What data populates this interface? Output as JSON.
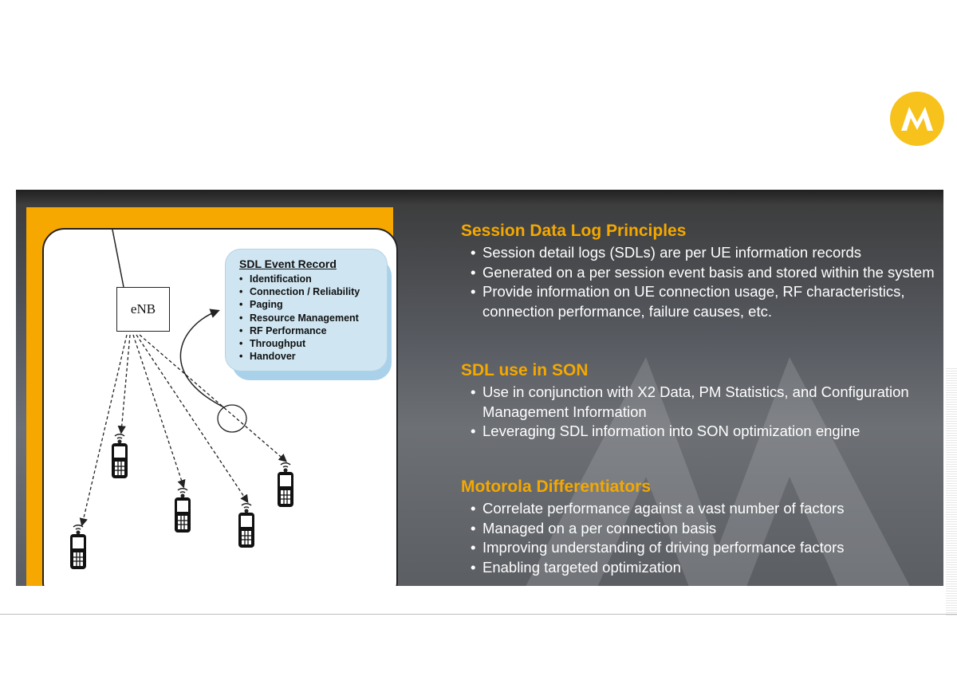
{
  "logo": {
    "icon": "motorola-logo",
    "color": "#f7c21b"
  },
  "diagram": {
    "enb_label": "eNB",
    "sdl_card": {
      "title": "SDL Event Record",
      "items": [
        "Identification",
        "Connection / Reliability",
        "Paging",
        "Resource Management",
        "RF Performance",
        "Throughput",
        "Handover"
      ]
    },
    "device_icon": "mobile-phone-icon",
    "device_count": 5
  },
  "sections": [
    {
      "heading": "Session Data Log Principles",
      "bullets": [
        "Session detail logs (SDLs) are per UE information records",
        "Generated on a per session event basis and stored within the system",
        "Provide information on UE connection usage, RF characteristics, connection performance, failure causes, etc."
      ]
    },
    {
      "heading": "SDL use in SON",
      "bullets": [
        "Use in conjunction with X2 Data, PM Statistics, and Configuration Management Information",
        "Leveraging SDL information into SON optimization engine"
      ]
    },
    {
      "heading": "Motorola Differentiators",
      "bullets": [
        "Correlate performance against a vast number of factors",
        "Managed on a per connection basis",
        "Improving understanding of driving performance factors",
        "Enabling targeted optimization"
      ]
    }
  ],
  "colors": {
    "accent": "#f4a800",
    "frame": "#f6a800",
    "card": "#cfe6f2"
  }
}
